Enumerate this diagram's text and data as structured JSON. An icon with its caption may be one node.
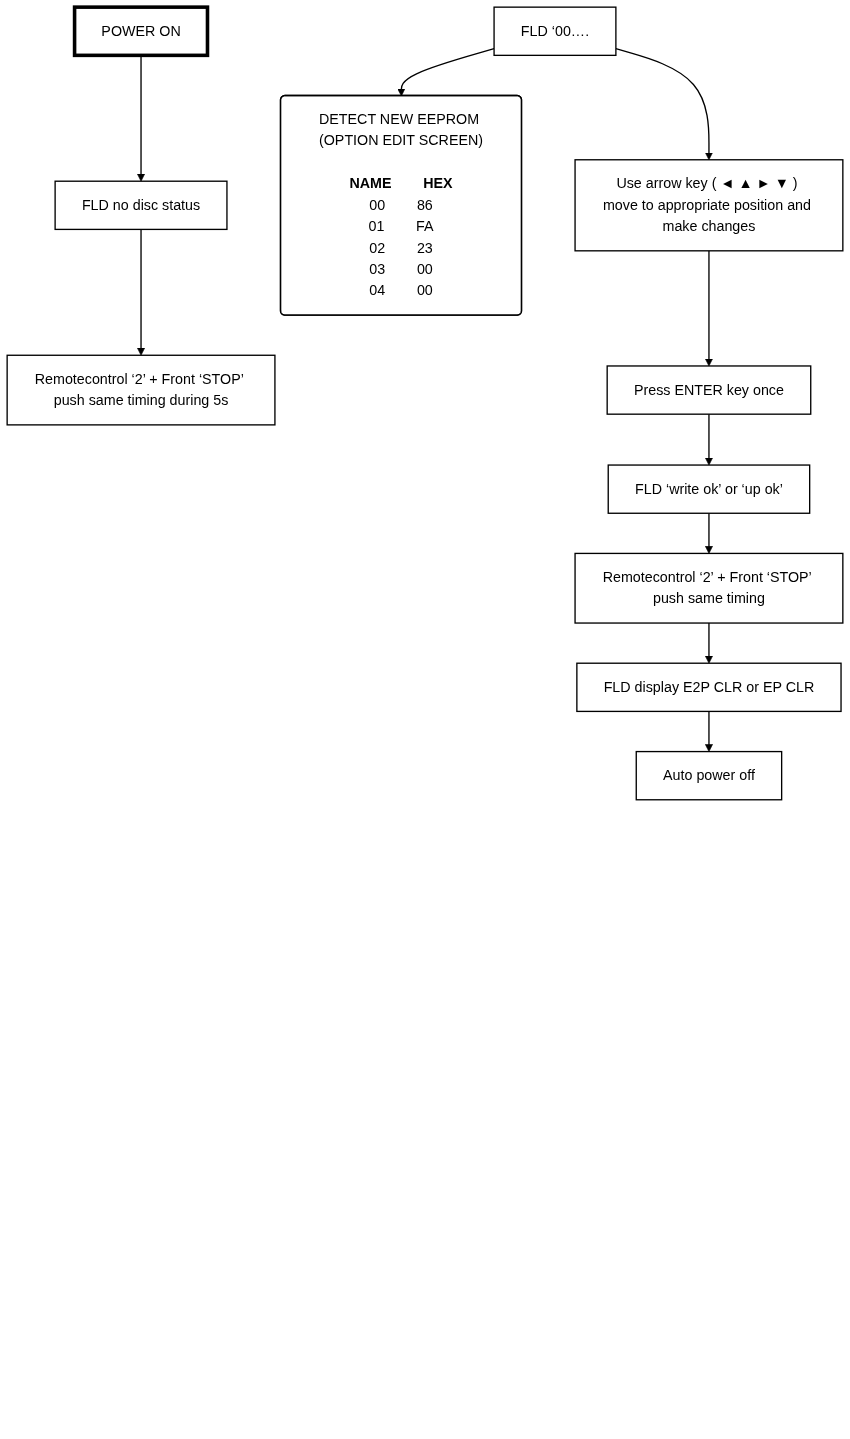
{
  "diagram": {
    "nodes": [
      {
        "text": [
          "POWER ON"
        ]
      },
      {
        "text": [
          "FLD no disc status"
        ]
      },
      {
        "text": [
          "Remotecontrol ‘2’ + Front ‘STOP’ push same timing during 5s"
        ]
      },
      {
        "text": [
          "DETECT NEW EEPROM (OPTION EDIT SCREEN)",
          "NAME",
          "HEX",
          "00",
          "86",
          "01",
          "FA",
          "02",
          "23",
          "03",
          "00",
          "04",
          "00"
        ]
      },
      {
        "text": [
          "FLD ‘00…."
        ]
      },
      {
        "text": [
          "Use arrow key ( ◄ ▲ ► ▼ ) move to appropriate position and make changes"
        ]
      },
      {
        "text": [
          "Press ENTER key once"
        ]
      },
      {
        "text": [
          "FLD ‘write ok’ or ‘up ok’"
        ]
      },
      {
        "text": [
          "Remotecontrol ‘2’ + Front ‘STOP’ push same timing"
        ]
      },
      {
        "text": [
          "FLD display E2P CLR or EP CLR"
        ]
      },
      {
        "text": [
          "Auto power off"
        ]
      }
    ],
    "edges": [
      {
        "from": 0,
        "to": 1,
        "arrow": "to"
      },
      {
        "from": 1,
        "to": 2,
        "arrow": "to"
      },
      {
        "from": 4,
        "to": 3,
        "arrow": "to"
      },
      {
        "from": 4,
        "to": 5,
        "arrow": "to"
      },
      {
        "from": 5,
        "to": 6,
        "arrow": "to"
      },
      {
        "from": 6,
        "to": 7,
        "arrow": "to"
      },
      {
        "from": 7,
        "to": 8,
        "arrow": "to"
      },
      {
        "from": 8,
        "to": 9,
        "arrow": "to"
      },
      {
        "from": 9,
        "to": 10,
        "arrow": "to"
      }
    ]
  }
}
